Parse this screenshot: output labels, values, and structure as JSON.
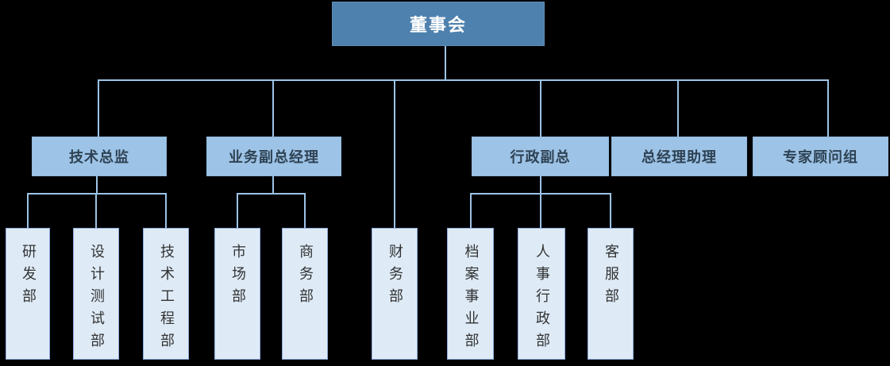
{
  "diagram": {
    "type": "org-chart",
    "root": {
      "label": "董事会"
    },
    "level2": [
      {
        "id": "tech-director",
        "label": "技术总监"
      },
      {
        "id": "business-vp",
        "label": "业务副总经理"
      },
      {
        "id": "admin-vp",
        "label": "行政副总"
      },
      {
        "id": "gm-assistant",
        "label": "总经理助理"
      },
      {
        "id": "expert-advisors",
        "label": "专家顾问组"
      }
    ],
    "level3": [
      {
        "id": "rd-dept",
        "label": "研发部",
        "parent": "tech-director"
      },
      {
        "id": "design-test-dept",
        "label": "设计测试部",
        "parent": "tech-director"
      },
      {
        "id": "tech-engineering-dept",
        "label": "技术工程部",
        "parent": "tech-director"
      },
      {
        "id": "marketing-dept",
        "label": "市场部",
        "parent": "business-vp"
      },
      {
        "id": "business-dept",
        "label": "商务部",
        "parent": "business-vp"
      },
      {
        "id": "finance-dept",
        "label": "财务部",
        "parent": "root"
      },
      {
        "id": "archives-dept",
        "label": "档案事业部",
        "parent": "admin-vp"
      },
      {
        "id": "hr-admin-dept",
        "label": "人事行政部",
        "parent": "admin-vp"
      },
      {
        "id": "customer-service-dept",
        "label": "客服部",
        "parent": "admin-vp"
      }
    ],
    "colors": {
      "background": "#000000",
      "root_fill": "#4E81AE",
      "root_text": "#FFFFFF",
      "manager_fill": "#9DC3E6",
      "manager_text": "#2E4254",
      "dept_fill": "#DEEBF7",
      "dept_border": "#8FAADC",
      "dept_text": "#333333",
      "connector": "#9DC3E6"
    }
  }
}
